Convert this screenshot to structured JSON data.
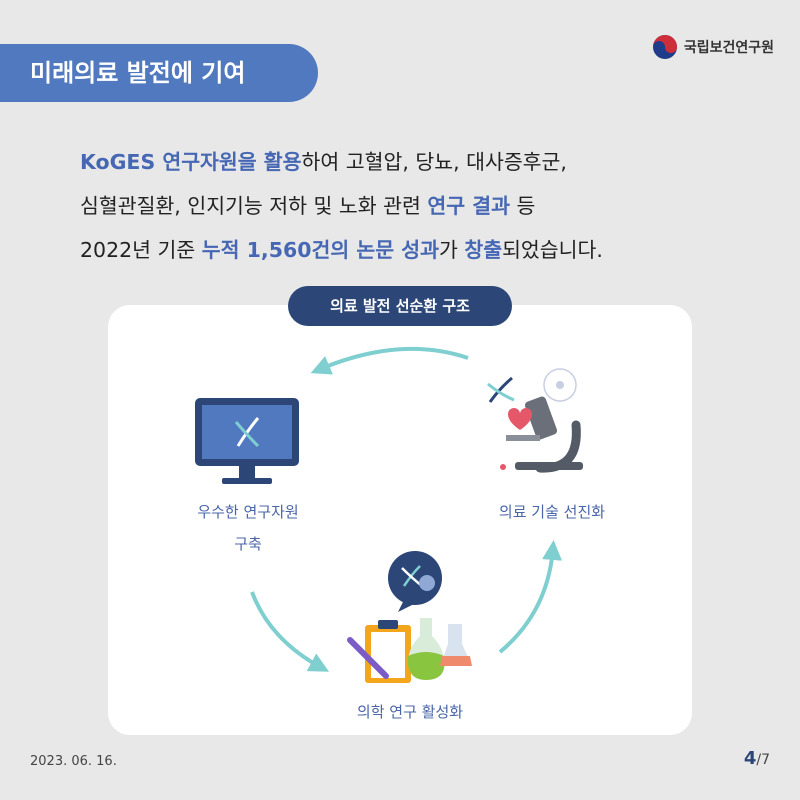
{
  "header": {
    "tag": "미래의료 발전에 기여"
  },
  "org": {
    "name": "국립보건연구원"
  },
  "intro": {
    "line1": [
      {
        "text": "KoGES 연구자원을 활용",
        "hl": true
      },
      {
        "text": "하여 고혈압, 당뇨, 대사증후군,",
        "hl": false
      }
    ],
    "line2": [
      {
        "text": "심혈관질환, 인지기능 저하 및 노화 관련 ",
        "hl": false
      },
      {
        "text": "연구 결과",
        "hl": true
      },
      {
        "text": " 등",
        "hl": false
      }
    ],
    "line3": [
      {
        "text": "2022년 기준 ",
        "hl": false
      },
      {
        "text": "누적 1,560건의 논문 성과",
        "hl": true
      },
      {
        "text": "가 ",
        "hl": false
      },
      {
        "text": "창출",
        "hl": true
      },
      {
        "text": "되었습니다.",
        "hl": false
      }
    ]
  },
  "diagram": {
    "title": "의료 발전 선순환 구조",
    "nodes": {
      "resource_line1": "우수한 연구자원",
      "resource_line2": "구축",
      "tech": "의료 기술 선진화",
      "research": "의학 연구 활성화"
    }
  },
  "footer": {
    "date": "2023. 06. 16.",
    "page": "4",
    "total": "/7"
  },
  "colors": {
    "accent": "#5179bf",
    "navy": "#2b4677",
    "arrow": "#7fcfd0",
    "highlight": "#4667b3"
  }
}
